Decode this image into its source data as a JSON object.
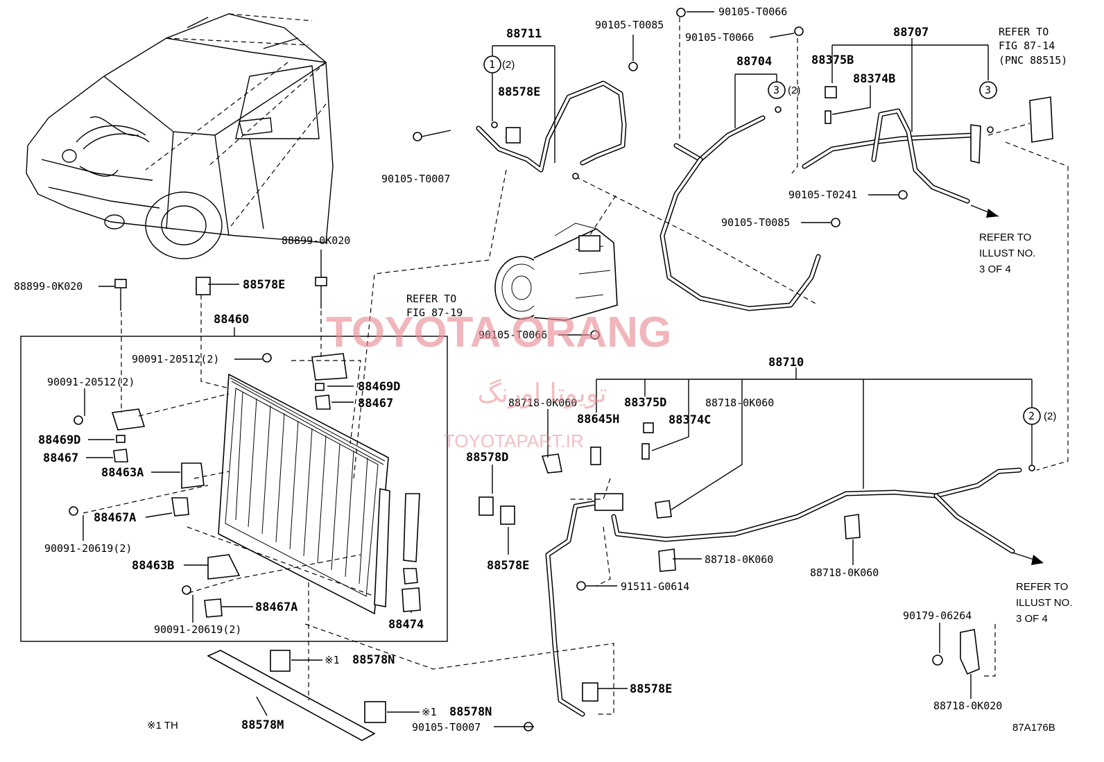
{
  "watermark": {
    "brand": "TOYOTA ORANG",
    "persian": "تویوتا اورنگ",
    "site": "TOYOTAPART.IR"
  },
  "figure_code": "87A176B",
  "footnote": "※1 TH",
  "labels": {
    "p88711": "88711",
    "p88578E_top": "88578E",
    "p90105T0007_top": "90105-T0007",
    "p90105T0085_a": "90105-T0085",
    "p90105T0066_a": "90105-T0066",
    "p90105T0066_b": "90105-T0066",
    "p88704": "88704",
    "p88707": "88707",
    "p88375B": "88375B",
    "p88374B": "88374B",
    "ref_fig8714_l1": "REFER TO",
    "ref_fig8714_l2": "FIG 87-14",
    "ref_fig8714_l3": "(PNC 88515)",
    "p90105T0241": "90105-T0241",
    "p90105T0085_b": "90105-T0085",
    "ref_illust_a_l1": "REFER TO",
    "ref_illust_a_l2": "ILLUST NO.",
    "ref_illust_a_l3": "3 OF 4",
    "ref_fig8719_l1": "REFER TO",
    "ref_fig8719_l2": "FIG 87-19",
    "p90105T0066_c": "90105-T0066",
    "p88899_left": "88899-0K020",
    "p88899_mid": "88899-0K020",
    "p88578E_mid": "88578E",
    "p88460": "88460",
    "p90091_20512_a": "90091-20512(2)",
    "p90091_20512_b": "90091-20512(2)",
    "p88469D_a": "88469D",
    "p88467_a": "88467",
    "p88469D_b": "88469D",
    "p88467_b": "88467",
    "p88463A": "88463A",
    "p88467A_a": "88467A",
    "p90091_20619_a": "90091-20619(2)",
    "p88463B": "88463B",
    "p88467A_b": "88467A",
    "p90091_20619_b": "90091-20619(2)",
    "p88474": "88474",
    "p88578N_a": "88578N",
    "p88578N_b": "88578N",
    "mark_a": "※1",
    "mark_b": "※1",
    "p88578M": "88578M",
    "p88710": "88710",
    "p88718_0K060_a": "88718-0K060",
    "p88375D": "88375D",
    "p88645H": "88645H",
    "p88374C": "88374C",
    "p88718_0K060_b": "88718-0K060",
    "p88578D": "88578D",
    "p88578E_low": "88578E",
    "p88718_0K060_c": "88718-0K060",
    "p88718_0K060_d": "88718-0K060",
    "p91511": "91511-G0614",
    "p88578E_bottom": "88578E",
    "p90105T0007_bottom": "90105-T0007",
    "ref_illust_b_l1": "REFER TO",
    "ref_illust_b_l2": "ILLUST NO.",
    "ref_illust_b_l3": "3 OF 4",
    "p90179": "90179-06264",
    "p88718_0K020": "88718-0K020",
    "callout1_num": "1",
    "callout1_qty": "(2)",
    "callout3a_num": "3",
    "callout3a_qty": "(2)",
    "callout3b_num": "3",
    "callout2_num": "2",
    "callout2_qty": "(2)"
  }
}
